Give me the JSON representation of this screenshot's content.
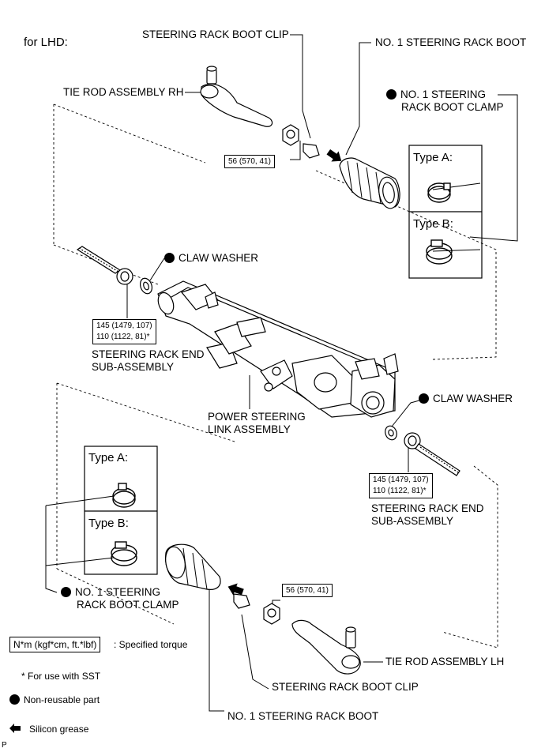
{
  "header": {
    "variant": "for LHD:"
  },
  "labels": {
    "boot_clip_top": "STEERING RACK BOOT CLIP",
    "boot_top": "NO. 1 STEERING RACK BOOT",
    "tie_rod_rh": "TIE ROD ASSEMBLY RH",
    "boot_clamp_top_line1": "NO. 1 STEERING",
    "boot_clamp_top_line2": "RACK BOOT CLAMP",
    "claw_washer_left": "CLAW WASHER",
    "rack_end_left_line1": "STEERING RACK END",
    "rack_end_left_line2": "SUB-ASSEMBLY",
    "link_assembly_line1": "POWER STEERING",
    "link_assembly_line2": "LINK ASSEMBLY",
    "claw_washer_right": "CLAW WASHER",
    "rack_end_right_line1": "STEERING RACK END",
    "rack_end_right_line2": "SUB-ASSEMBLY",
    "boot_clamp_bottom_line1": "NO. 1 STEERING",
    "boot_clamp_bottom_line2": "RACK BOOT CLAMP",
    "tie_rod_lh": "TIE ROD ASSEMBLY LH",
    "boot_clip_bottom": "STEERING RACK BOOT CLIP",
    "boot_bottom": "NO. 1 STEERING RACK BOOT"
  },
  "type_boxes": {
    "top": {
      "a": "Type A:",
      "b": "Type B:"
    },
    "bottom": {
      "a": "Type A:",
      "b": "Type B:"
    }
  },
  "torques": {
    "nut_top": "56 (570, 41)",
    "rack_end_left_1": "145 (1479, 107)",
    "rack_end_left_2": "110 (1122, 81)*",
    "rack_end_right_1": "145 (1479, 107)",
    "rack_end_right_2": "110 (1122, 81)*",
    "nut_bottom": "56 (570, 41)"
  },
  "legend": {
    "torque_unit": "N*m (kgf*cm, ft.*lbf)",
    "torque_desc": ": Specified torque",
    "sst_note": "* For use with SST",
    "non_reusable": "Non-reusable part",
    "silicon_grease": "Silicon grease"
  },
  "corner_mark": "P"
}
